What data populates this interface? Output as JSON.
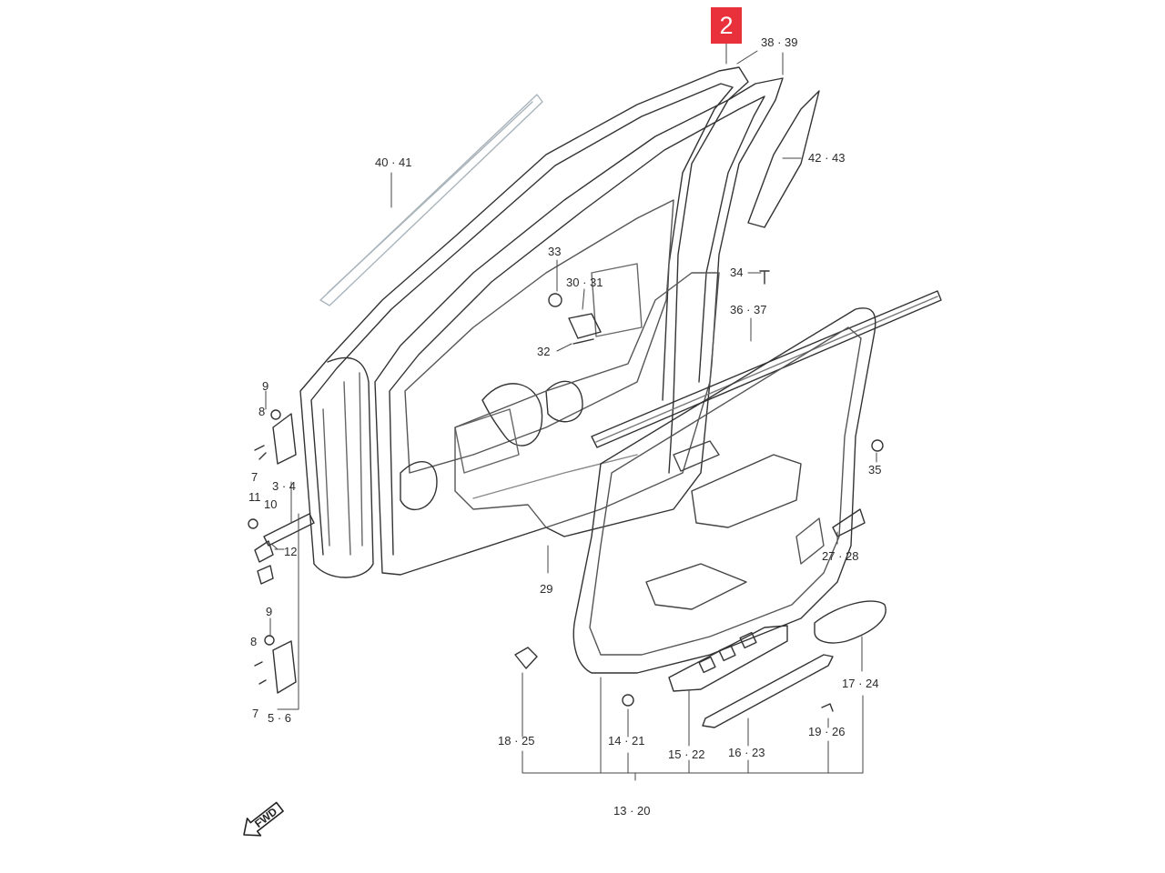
{
  "diagram": {
    "badge": {
      "label": "2",
      "color": "#e8313a"
    },
    "fwd_label": "FWD",
    "callouts": [
      {
        "id": "c-38-39",
        "text": "38 · 39"
      },
      {
        "id": "c-40-41",
        "text": "40 · 41"
      },
      {
        "id": "c-42-43",
        "text": "42 · 43"
      },
      {
        "id": "c-33",
        "text": "33"
      },
      {
        "id": "c-30-31",
        "text": "30 · 31"
      },
      {
        "id": "c-32",
        "text": "32"
      },
      {
        "id": "c-34",
        "text": "34"
      },
      {
        "id": "c-36-37",
        "text": "36 · 37"
      },
      {
        "id": "c-9a",
        "text": "9"
      },
      {
        "id": "c-8a",
        "text": "8"
      },
      {
        "id": "c-7a",
        "text": "7"
      },
      {
        "id": "c-3-4",
        "text": "3 · 4"
      },
      {
        "id": "c-11",
        "text": "11"
      },
      {
        "id": "c-10",
        "text": "10"
      },
      {
        "id": "c-12",
        "text": "12"
      },
      {
        "id": "c-9b",
        "text": "9"
      },
      {
        "id": "c-8b",
        "text": "8"
      },
      {
        "id": "c-7b",
        "text": "7"
      },
      {
        "id": "c-5-6",
        "text": "5 · 6"
      },
      {
        "id": "c-29",
        "text": "29"
      },
      {
        "id": "c-35",
        "text": "35"
      },
      {
        "id": "c-27-28",
        "text": "27 · 28"
      },
      {
        "id": "c-17-24",
        "text": "17 · 24"
      },
      {
        "id": "c-18-25",
        "text": "18 · 25"
      },
      {
        "id": "c-14-21",
        "text": "14 · 21"
      },
      {
        "id": "c-15-22",
        "text": "15 · 22"
      },
      {
        "id": "c-16-23",
        "text": "16 · 23"
      },
      {
        "id": "c-19-26",
        "text": "19 · 26"
      },
      {
        "id": "c-13-20",
        "text": "13 · 20"
      }
    ]
  }
}
